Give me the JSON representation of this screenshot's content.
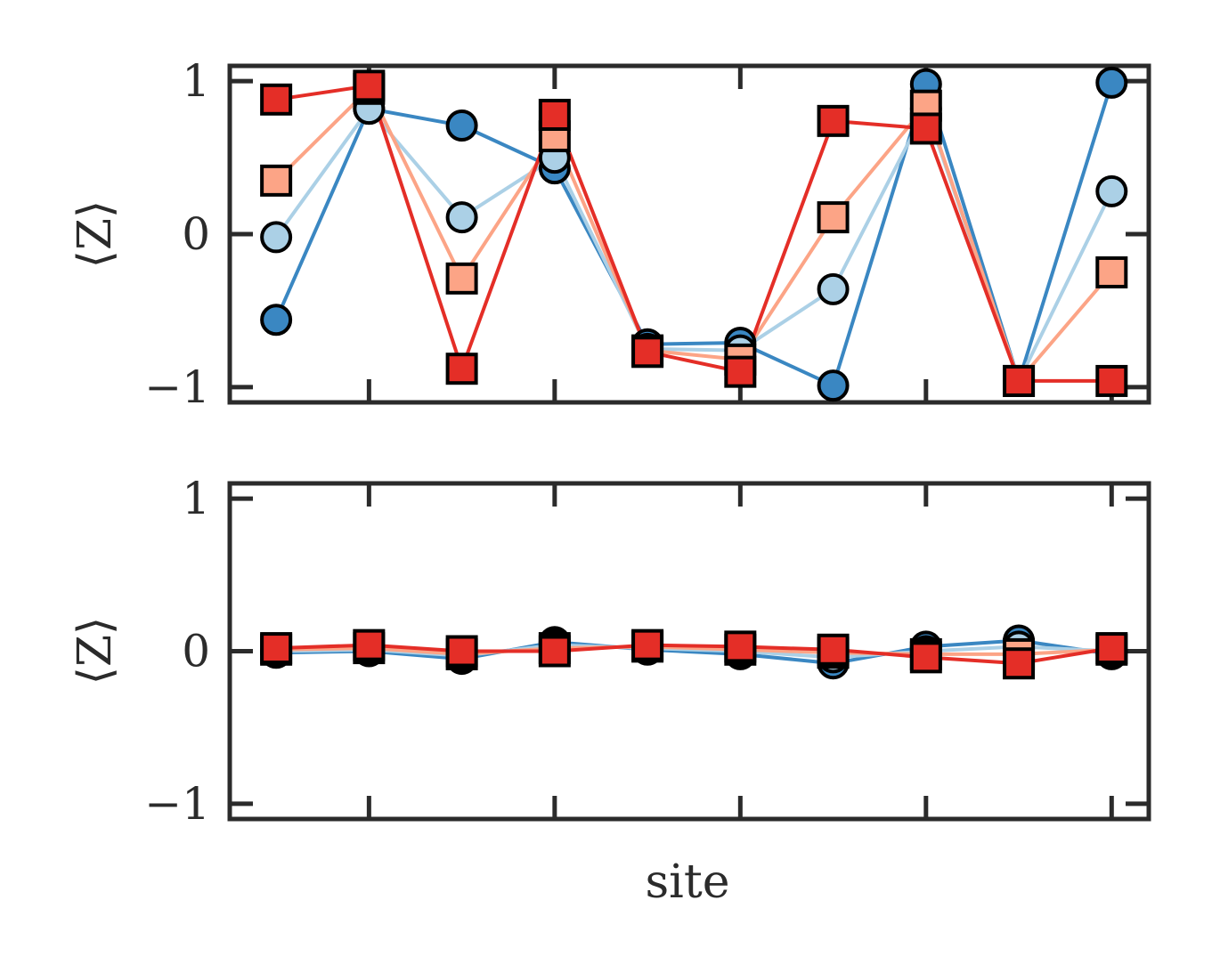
{
  "chart_data": [
    {
      "type": "line",
      "panel": "top",
      "xlabel": "",
      "ylabel": "⟨Z⟩",
      "ylim": [
        -1.1,
        1.1
      ],
      "yticks": [
        -1,
        0,
        1
      ],
      "ytick_labels": [
        "−1",
        "0",
        "1"
      ],
      "x": [
        1,
        2,
        3,
        4,
        5,
        6,
        7,
        8,
        9,
        10
      ],
      "xticks": [
        2,
        4,
        6,
        8,
        10
      ],
      "grid": false,
      "series": [
        {
          "color": "#3a87c2",
          "marker": "circle",
          "values": [
            -0.56,
            0.82,
            0.71,
            0.43,
            -0.72,
            -0.71,
            -0.99,
            0.98,
            -0.96,
            0.99
          ]
        },
        {
          "color": "#abd0e6",
          "marker": "circle",
          "values": [
            -0.02,
            0.82,
            0.11,
            0.5,
            -0.75,
            -0.76,
            -0.36,
            0.82,
            -0.96,
            0.28
          ]
        },
        {
          "color": "#fca486",
          "marker": "square",
          "values": [
            0.35,
            0.95,
            -0.29,
            0.64,
            -0.76,
            -0.82,
            0.11,
            0.84,
            -0.96,
            -0.25
          ]
        },
        {
          "color": "#e42e27",
          "marker": "square",
          "values": [
            0.88,
            0.97,
            -0.88,
            0.78,
            -0.77,
            -0.9,
            0.74,
            0.69,
            -0.96,
            -0.96
          ]
        }
      ]
    },
    {
      "type": "line",
      "panel": "bottom",
      "xlabel": "site",
      "ylabel": "⟨Z⟩",
      "ylim": [
        -1.1,
        1.1
      ],
      "yticks": [
        -1,
        0,
        1
      ],
      "ytick_labels": [
        "−1",
        "0",
        "1"
      ],
      "x": [
        1,
        2,
        3,
        4,
        5,
        6,
        7,
        8,
        9,
        10
      ],
      "xticks": [
        2,
        4,
        6,
        8,
        10
      ],
      "grid": false,
      "series": [
        {
          "color": "#3a87c2",
          "marker": "circle",
          "values": [
            -0.01,
            0.0,
            -0.05,
            0.06,
            0.01,
            -0.02,
            -0.08,
            0.03,
            0.07,
            -0.02
          ]
        },
        {
          "color": "#abd0e6",
          "marker": "circle",
          "values": [
            0.0,
            0.01,
            -0.03,
            0.04,
            0.02,
            0.0,
            -0.04,
            0.0,
            0.03,
            0.0
          ]
        },
        {
          "color": "#fca486",
          "marker": "square",
          "values": [
            0.01,
            0.02,
            -0.02,
            0.02,
            0.03,
            0.01,
            -0.01,
            -0.02,
            -0.02,
            0.01
          ]
        },
        {
          "color": "#e42e27",
          "marker": "square",
          "values": [
            0.02,
            0.04,
            0.0,
            0.0,
            0.04,
            0.03,
            0.01,
            -0.04,
            -0.08,
            0.02
          ]
        }
      ]
    }
  ]
}
